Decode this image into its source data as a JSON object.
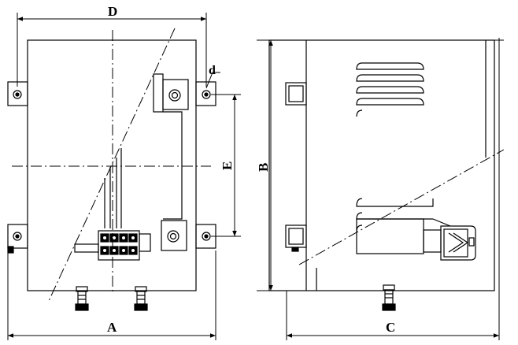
{
  "dimensions": {
    "A": "A",
    "B": "B",
    "C": "C",
    "D": "D",
    "E": "E",
    "d": "d"
  }
}
